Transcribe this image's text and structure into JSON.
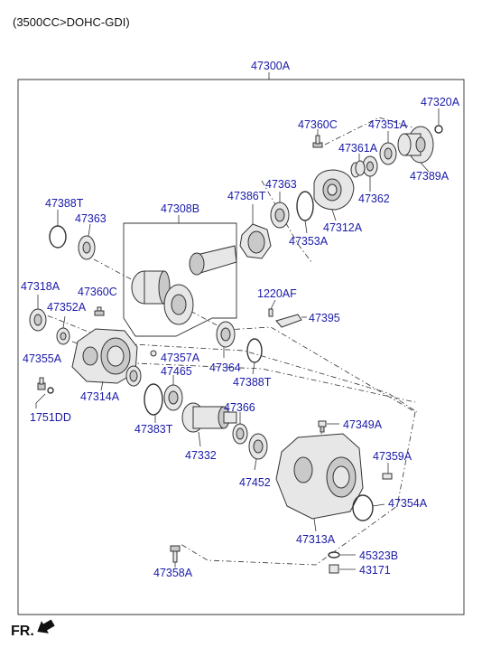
{
  "header": {
    "engine_spec": "(3500CC>DOHC-GDI)"
  },
  "footer": {
    "front_label": "FR."
  },
  "parts": {
    "p47300A": "47300A",
    "p47320A": "47320A",
    "p47360C_top": "47360C",
    "p47351A": "47351A",
    "p47361A": "47361A",
    "p47389A": "47389A",
    "p47386T": "47386T",
    "p47363_top": "47363",
    "p47362": "47362",
    "p47388T_left": "47388T",
    "p47363_left": "47363",
    "p47308B": "47308B",
    "p47312A": "47312A",
    "p47353A": "47353A",
    "p47318A": "47318A",
    "p47360C_left": "47360C",
    "p1220AF": "1220AF",
    "p47352A": "47352A",
    "p47395": "47395",
    "p47355A": "47355A",
    "p47357A": "47357A",
    "p47465": "47465",
    "p47364": "47364",
    "p47314A": "47314A",
    "p47388T_right": "47388T",
    "p1751DD": "1751DD",
    "p47383T": "47383T",
    "p47366": "47366",
    "p47349A": "47349A",
    "p47332": "47332",
    "p47359A": "47359A",
    "p47452": "47452",
    "p47354A": "47354A",
    "p47313A": "47313A",
    "p45323B": "45323B",
    "p47358A": "47358A",
    "p43171": "43171"
  },
  "colors": {
    "callout_text": "#1a1aa8",
    "line_art": "#333333",
    "part_fill": "#e7e7e7"
  }
}
